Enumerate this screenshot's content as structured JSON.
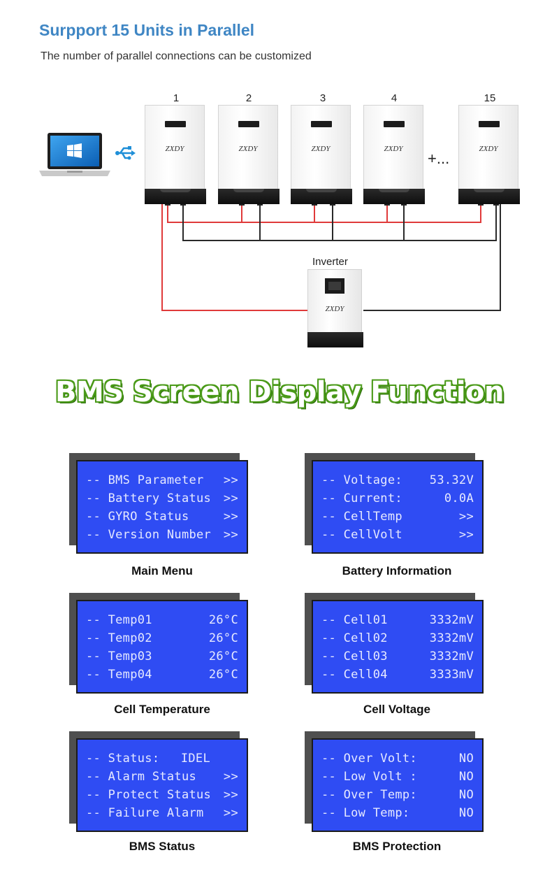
{
  "header": {
    "title": "Surpport 15 Units in Parallel",
    "subtitle": "The number of parallel connections can be customized"
  },
  "diagram": {
    "units": [
      {
        "number": "1",
        "brand": "ZXDY"
      },
      {
        "number": "2",
        "brand": "ZXDY"
      },
      {
        "number": "3",
        "brand": "ZXDY"
      },
      {
        "number": "4",
        "brand": "ZXDY"
      },
      {
        "number": "15",
        "brand": "ZXDY"
      }
    ],
    "ellipsis": "+...",
    "inverter_label": "Inverter",
    "inverter_brand": "ZXDY",
    "wire_colors": {
      "positive": "#e03a3a",
      "negative": "#2a2a2a"
    },
    "icons": [
      "laptop-windows-icon",
      "usb-icon"
    ]
  },
  "section_heading": "BMS Screen Display Function",
  "panels": [
    {
      "caption": "Main Menu",
      "rows": [
        {
          "label": "-- BMS Parameter",
          "value": ">>"
        },
        {
          "label": "-- Battery Status",
          "value": ">>"
        },
        {
          "label": "-- GYRO Status",
          "value": ">>"
        },
        {
          "label": "-- Version Number",
          "value": ">>"
        }
      ]
    },
    {
      "caption": "Battery Information",
      "rows": [
        {
          "label": "-- Voltage:",
          "value": "53.32V"
        },
        {
          "label": "-- Current:",
          "value": "0.0A"
        },
        {
          "label": "-- CellTemp",
          "value": ">>"
        },
        {
          "label": "-- CellVolt",
          "value": ">>"
        }
      ]
    },
    {
      "caption": "Cell Temperature",
      "rows": [
        {
          "label": "-- Temp01",
          "value": "26°C"
        },
        {
          "label": "-- Temp02",
          "value": "26°C"
        },
        {
          "label": "-- Temp03",
          "value": "26°C"
        },
        {
          "label": "-- Temp04",
          "value": "26°C"
        }
      ]
    },
    {
      "caption": "Cell Voltage",
      "rows": [
        {
          "label": "-- Cell01",
          "value": "3332mV"
        },
        {
          "label": "-- Cell02",
          "value": "3332mV"
        },
        {
          "label": "-- Cell03",
          "value": "3332mV"
        },
        {
          "label": "-- Cell04",
          "value": "3333mV"
        }
      ]
    },
    {
      "caption": "BMS Status",
      "rows": [
        {
          "label": "-- Status:",
          "value": "IDEL"
        },
        {
          "label": "-- Alarm Status",
          "value": ">>"
        },
        {
          "label": "-- Protect Status",
          "value": ">>"
        },
        {
          "label": "-- Failure Alarm",
          "value": ">>"
        }
      ]
    },
    {
      "caption": "BMS Protection",
      "rows": [
        {
          "label": "-- Over Volt:",
          "value": "NO"
        },
        {
          "label": "-- Low Volt :",
          "value": "NO"
        },
        {
          "label": "-- Over Temp:",
          "value": "NO"
        },
        {
          "label": "-- Low Temp:",
          "value": "NO"
        }
      ]
    }
  ]
}
